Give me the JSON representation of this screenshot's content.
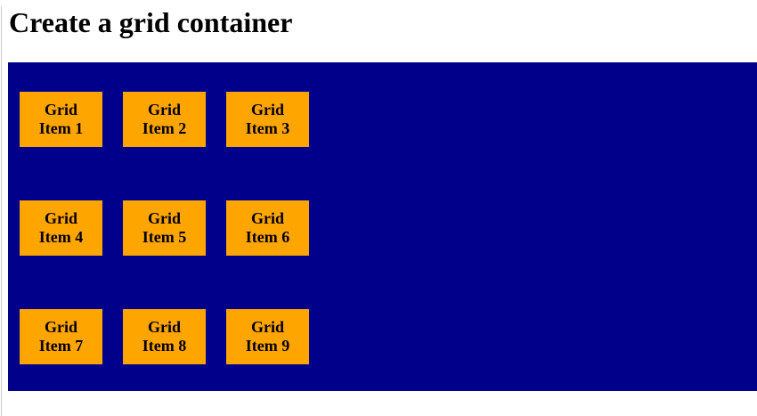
{
  "page": {
    "title": "Create a grid container"
  },
  "colors": {
    "container_bg": "#00008B",
    "item_bg": "#FFA500",
    "item_text": "#000000",
    "page_bg": "#FFFFFF",
    "title_text": "#000000"
  },
  "grid": {
    "items": [
      {
        "line1": "Grid",
        "line2": "Item 1",
        "label": "Grid Item 1"
      },
      {
        "line1": "Grid",
        "line2": "Item 2",
        "label": "Grid Item 2"
      },
      {
        "line1": "Grid",
        "line2": "Item 3",
        "label": "Grid Item 3"
      },
      {
        "line1": "Grid",
        "line2": "Item 4",
        "label": "Grid Item 4"
      },
      {
        "line1": "Grid",
        "line2": "Item 5",
        "label": "Grid Item 5"
      },
      {
        "line1": "Grid",
        "line2": "Item 6",
        "label": "Grid Item 6"
      },
      {
        "line1": "Grid",
        "line2": "Item 7",
        "label": "Grid Item 7"
      },
      {
        "line1": "Grid",
        "line2": "Item 8",
        "label": "Grid Item 8"
      },
      {
        "line1": "Grid",
        "line2": "Item 9",
        "label": "Grid Item 9"
      }
    ]
  }
}
